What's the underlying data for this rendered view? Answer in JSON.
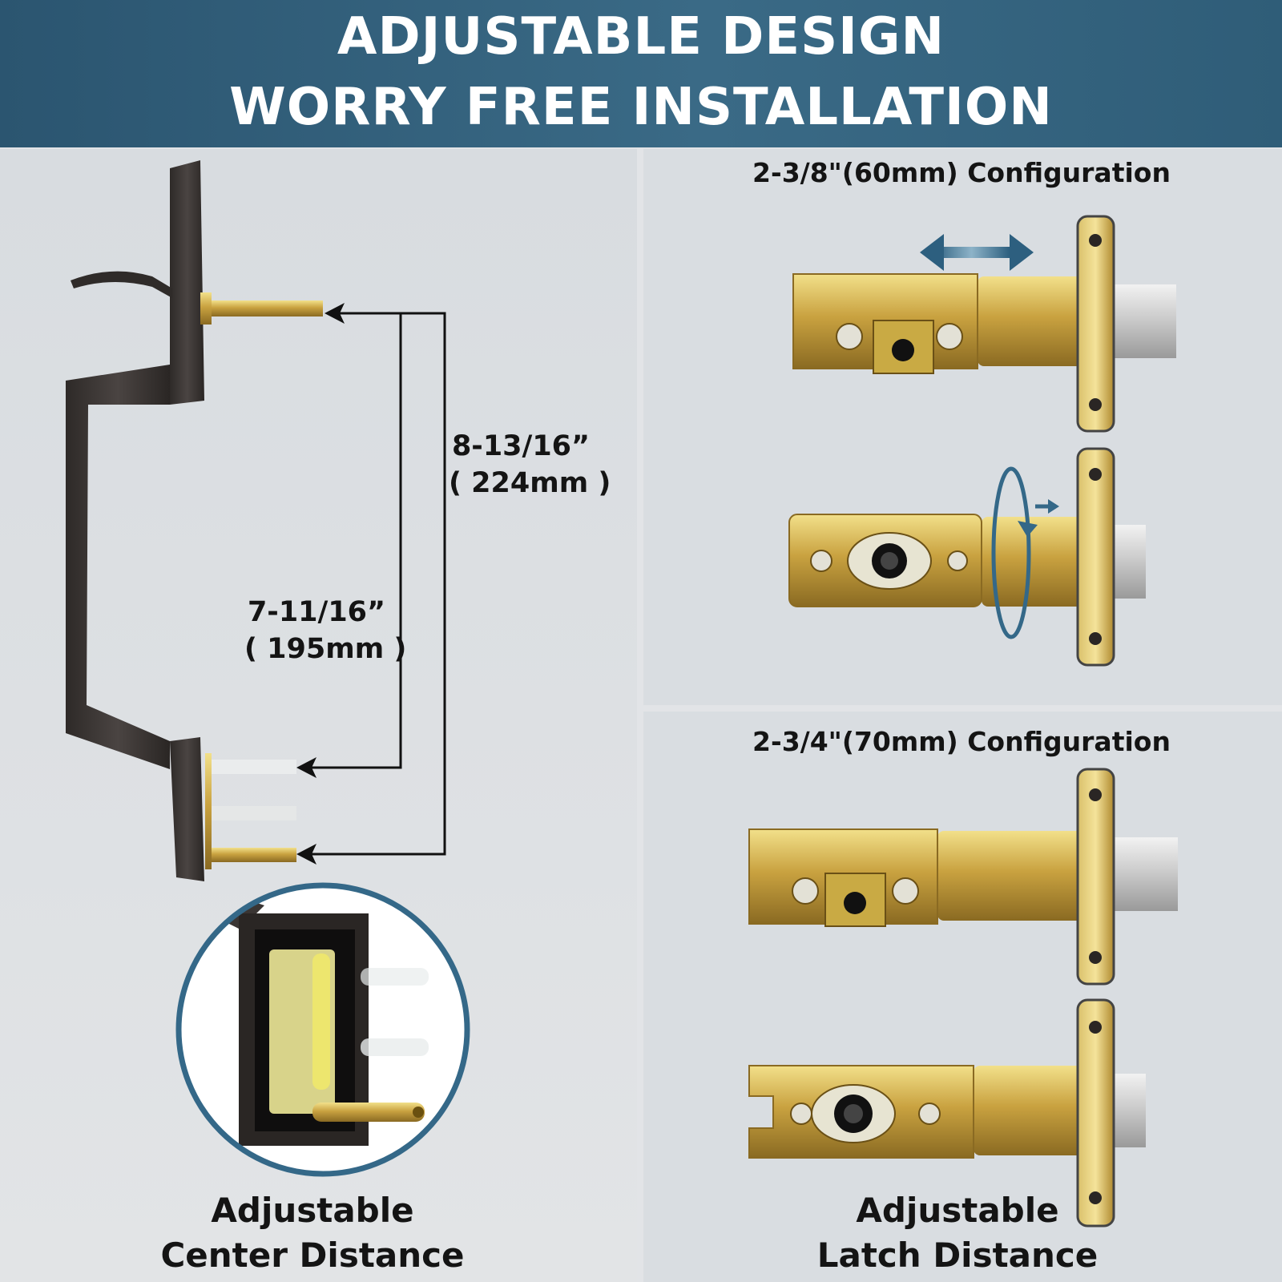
{
  "banner": {
    "line1": "ADJUSTABLE DESIGN",
    "line2": "WORRY FREE INSTALLATION"
  },
  "left_panel": {
    "dim_large": {
      "value": "8-13/16”",
      "metric": "( 224mm )"
    },
    "dim_small": {
      "value": "7-11/16”",
      "metric": "( 195mm )"
    },
    "caption": {
      "line1": "Adjustable",
      "line2": "Center Distance"
    }
  },
  "right_top": {
    "title": "2-3/8\"(60mm) Configuration"
  },
  "right_bottom": {
    "title": "2-3/4\"(70mm) Configuration",
    "caption": {
      "line1": "Adjustable",
      "line2": "Latch Distance"
    }
  },
  "colors": {
    "banner": "#2f5e7a",
    "accent_blue": "#346888",
    "brass": "#c9a94a",
    "handle": "#3d3836"
  },
  "icons": [
    "double-arrow-icon",
    "rotate-arrow-icon",
    "dimension-arrow-icon"
  ]
}
